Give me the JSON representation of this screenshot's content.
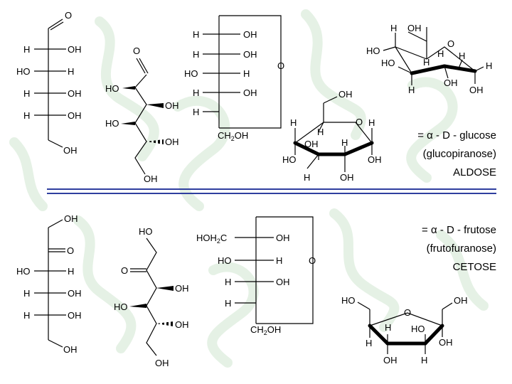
{
  "colors": {
    "divider": "#2f3f9f",
    "bond": "#000000",
    "background_pattern": "#cfe6cf"
  },
  "labels": {
    "H": "H",
    "OH": "OH",
    "HO": "HO",
    "O": "O",
    "CH2OH_main": "CH",
    "CH2OH_sub": "2",
    "CH2OH_tail": "OH",
    "HOH2C_main": "HOH",
    "HOH2C_sub": "2",
    "HOH2C_tail": "C"
  },
  "glucose": {
    "line1": "= α - D - glucose",
    "line2": "(glucopiranose)",
    "line3": "ALDOSE"
  },
  "fructose": {
    "line1": "= α - D - frutose",
    "line2": "(frutofuranose)",
    "line3": "CETOSE"
  }
}
